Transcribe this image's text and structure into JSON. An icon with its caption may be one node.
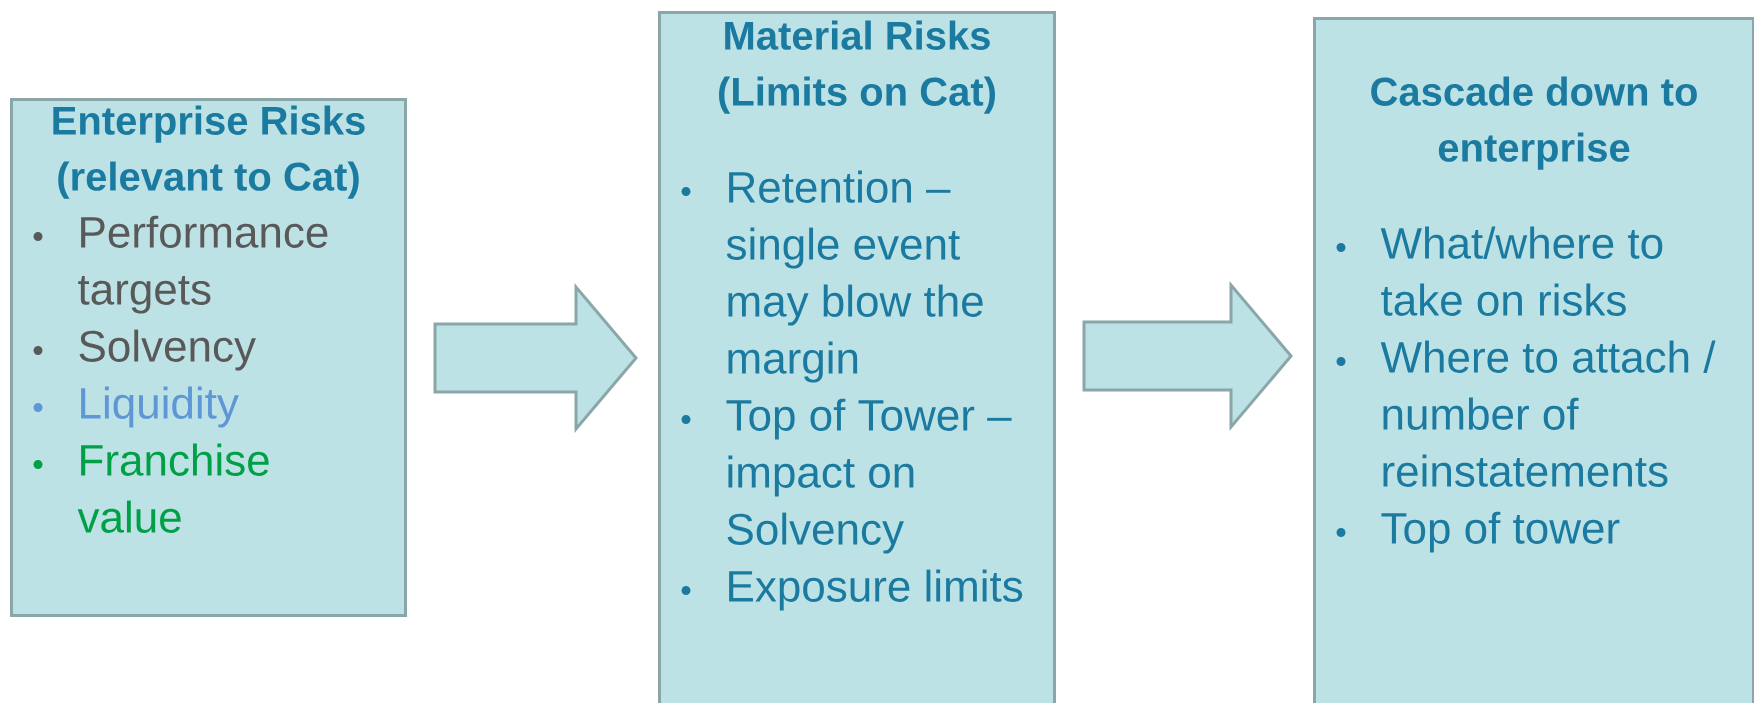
{
  "diagram": {
    "nodes": [
      {
        "text": [
          "Enterprise Risks (relevant to Cat)",
          "Performance targets",
          "Solvency",
          "Liquidity",
          "Franchise value"
        ]
      },
      {
        "text": [
          "Material Risks (Limits on Cat)",
          "Retention – single event may blow the margin",
          "Top of Tower – impact on Solvency",
          "Exposure limits"
        ]
      },
      {
        "text": [
          "Cascade down to enterprise",
          "What/where to take on risks",
          "Where to attach / number of reinstatements",
          "Top of tower"
        ]
      }
    ],
    "edges": [
      {
        "from": 0,
        "to": 1,
        "arrow": "to"
      },
      {
        "from": 1,
        "to": 2,
        "arrow": "to"
      }
    ]
  }
}
